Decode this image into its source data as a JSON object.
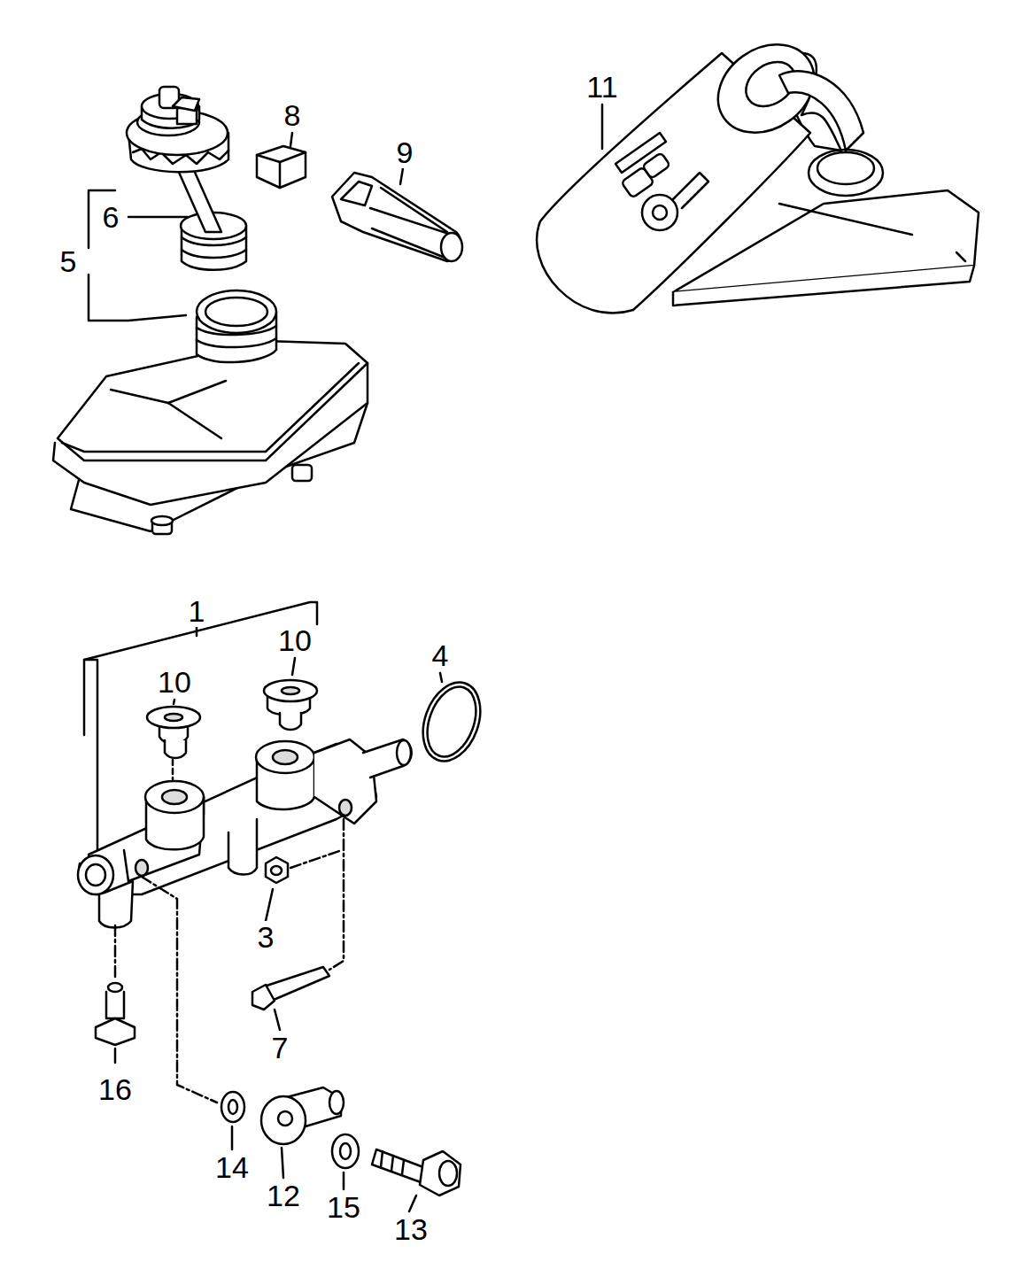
{
  "diagram": {
    "labels": [
      "8",
      "9",
      "11",
      "6",
      "5",
      "1",
      "10",
      "10",
      "4",
      "3",
      "7",
      "16",
      "14",
      "12",
      "15",
      "13"
    ]
  }
}
